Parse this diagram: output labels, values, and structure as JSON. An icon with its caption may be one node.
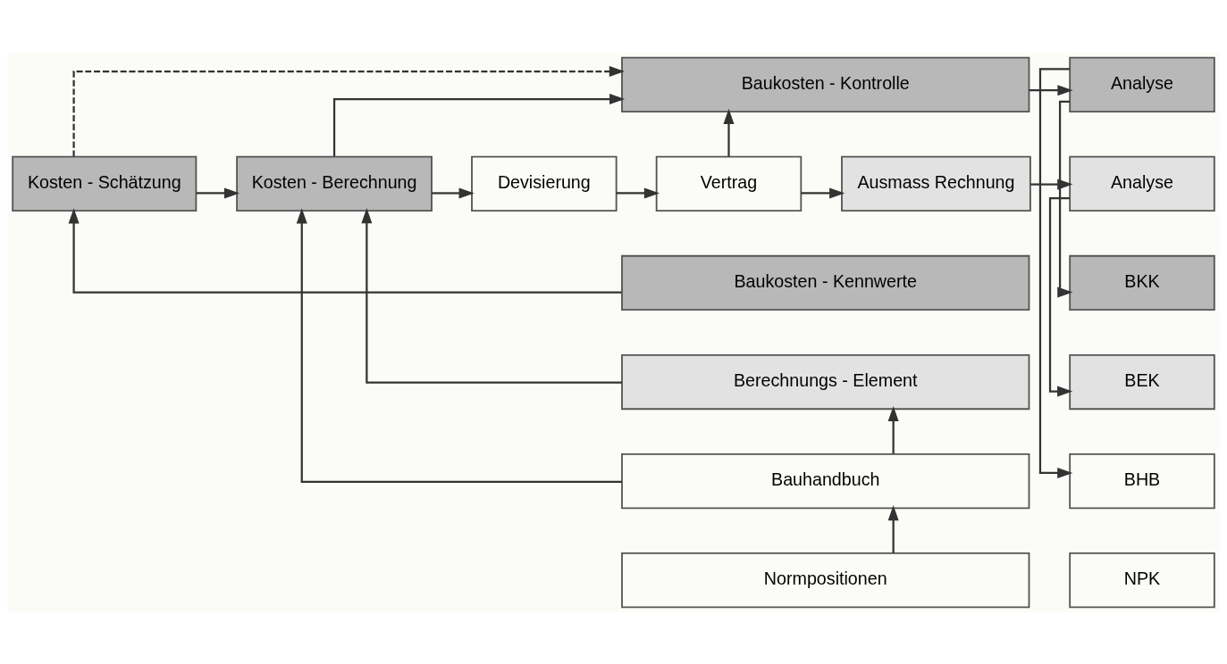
{
  "diagram": {
    "nodes": [
      {
        "text": [
          "Kosten - Schätzung"
        ]
      },
      {
        "text": [
          "Kosten - Berechnung"
        ]
      },
      {
        "text": [
          "Baukosten - Kontrolle"
        ]
      },
      {
        "text": [
          "Analyse"
        ]
      },
      {
        "text": [
          "Devisierung"
        ]
      },
      {
        "text": [
          "Vertrag"
        ]
      },
      {
        "text": [
          "Ausmass Rechnung"
        ]
      },
      {
        "text": [
          "Analyse"
        ]
      },
      {
        "text": [
          "Baukosten - Kennwerte"
        ]
      },
      {
        "text": [
          "BKK"
        ]
      },
      {
        "text": [
          "Berechnungs - Element"
        ]
      },
      {
        "text": [
          "BEK"
        ]
      },
      {
        "text": [
          "Bauhandbuch"
        ]
      },
      {
        "text": [
          "BHB"
        ]
      },
      {
        "text": [
          "Normpositionen"
        ]
      },
      {
        "text": [
          "NPK"
        ]
      }
    ],
    "edges": [
      {
        "from": 0,
        "to": 1,
        "arrow": "to"
      },
      {
        "from": 1,
        "to": 4,
        "arrow": "to"
      },
      {
        "from": 0,
        "to": 2,
        "arrow": "to",
        "style": "dashed"
      },
      {
        "from": 1,
        "to": 2,
        "arrow": "to"
      },
      {
        "from": 4,
        "to": 5,
        "arrow": "to"
      },
      {
        "from": 5,
        "to": 2,
        "arrow": "to"
      },
      {
        "from": 5,
        "to": 6,
        "arrow": "to"
      },
      {
        "from": 6,
        "to": 7,
        "arrow": "to"
      },
      {
        "from": 2,
        "to": 3,
        "arrow": "to"
      },
      {
        "from": 3,
        "to": 9,
        "arrow": "to"
      },
      {
        "from": 3,
        "to": 13,
        "arrow": "to"
      },
      {
        "from": 7,
        "to": 11,
        "arrow": "to"
      },
      {
        "from": 8,
        "to": 0,
        "arrow": "to"
      },
      {
        "from": 10,
        "to": 1,
        "arrow": "to"
      },
      {
        "from": 12,
        "to": 1,
        "arrow": "to"
      },
      {
        "from": 12,
        "to": 10,
        "arrow": "to"
      },
      {
        "from": 14,
        "to": 12,
        "arrow": "to"
      }
    ]
  }
}
